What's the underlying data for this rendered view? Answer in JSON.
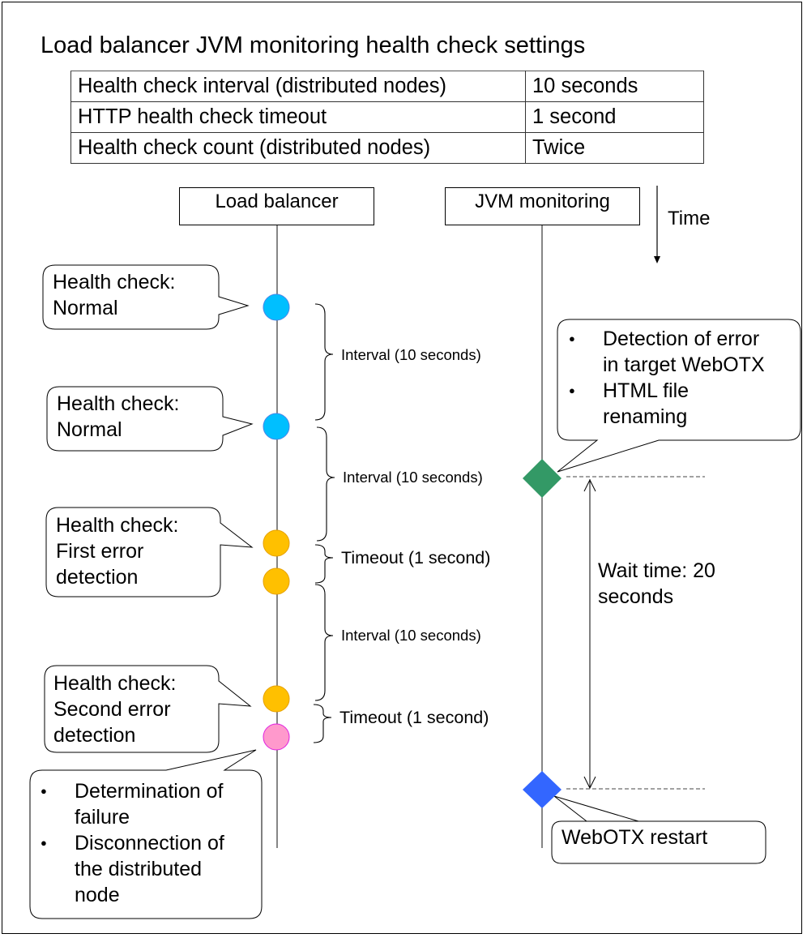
{
  "title": "Load balancer JVM monitoring health check settings",
  "settings_table": {
    "rows": [
      {
        "key": "Health check interval (distributed nodes)",
        "value": "10 seconds"
      },
      {
        "key": "HTTP health check timeout",
        "value": "1 second"
      },
      {
        "key": "Health check count (distributed nodes)",
        "value": "Twice"
      }
    ]
  },
  "lanes": {
    "load_balancer": "Load balancer",
    "jvm_monitoring": "JVM monitoring"
  },
  "time_axis": {
    "label": "Time"
  },
  "colors": {
    "normal": "#00BFFF",
    "error": "#FFC000",
    "failure": "#FF99CC",
    "failure_stroke": "#E020E0",
    "detection": "#339966",
    "restart": "#3366FF"
  },
  "lb_events": [
    {
      "line1": "Health check:",
      "line2": "Normal",
      "line3": "",
      "status": "normal"
    },
    {
      "line1": "Health check:",
      "line2": "Normal",
      "line3": "",
      "status": "normal"
    },
    {
      "line1": "Health check:",
      "line2": "First error",
      "line3": "detection",
      "status": "error"
    },
    {
      "line1": "",
      "line2": "",
      "line3": "",
      "status": "error"
    },
    {
      "line1": "Health check:",
      "line2": "Second error",
      "line3": "detection",
      "status": "error"
    },
    {
      "line1": "",
      "line2": "",
      "line3": "",
      "status": "failure"
    }
  ],
  "braces": [
    {
      "label": "Interval (10 seconds)"
    },
    {
      "label": "Interval (10 seconds)"
    },
    {
      "label": "Timeout (1 second)"
    },
    {
      "label": "Interval (10 seconds)"
    },
    {
      "label": "Timeout (1 second)"
    }
  ],
  "failure_note": {
    "items": [
      "Determination of failure",
      "Disconnection of the distributed node"
    ],
    "lines": [
      "Determination of",
      "failure",
      "Disconnection of",
      "the distributed",
      "node"
    ]
  },
  "jvm_detection_note": {
    "items": [
      "Detection of error in target WebOTX",
      "HTML file renaming"
    ],
    "lines": [
      "Detection of error",
      "in target WebOTX",
      "HTML file",
      "renaming"
    ]
  },
  "wait_time": {
    "label_line1": "Wait time: 20",
    "label_line2": "seconds",
    "seconds": 20
  },
  "restart_note": {
    "label": "WebOTX restart"
  }
}
